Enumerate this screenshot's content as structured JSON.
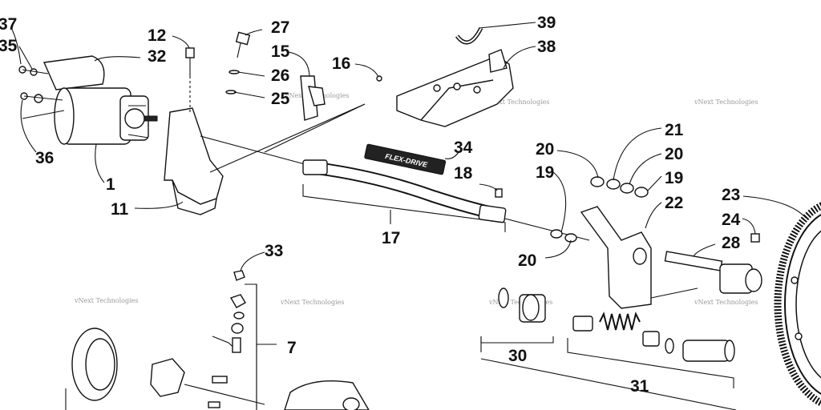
{
  "labels": {
    "l1": "1",
    "l7": "7",
    "l11": "11",
    "l12": "12",
    "l15": "15",
    "l16": "16",
    "l17": "17",
    "l18": "18",
    "l19a": "19",
    "l19b": "19",
    "l20a": "20",
    "l20b": "20",
    "l20c": "20",
    "l21": "21",
    "l22": "22",
    "l23": "23",
    "l24": "24",
    "l25": "25",
    "l26": "26",
    "l27": "27",
    "l28": "28",
    "l30": "30",
    "l31": "31",
    "l32": "32",
    "l33": "33",
    "l34": "34",
    "l35": "35",
    "l36": "36",
    "l37": "37",
    "l38": "38",
    "l39": "39"
  },
  "cable_brand": "FLEX-DRIVE",
  "watermark": "vNext Technologies",
  "colors": {
    "ink": "#111111",
    "watermark": "#9a9a9a",
    "background": "#ffffff"
  }
}
